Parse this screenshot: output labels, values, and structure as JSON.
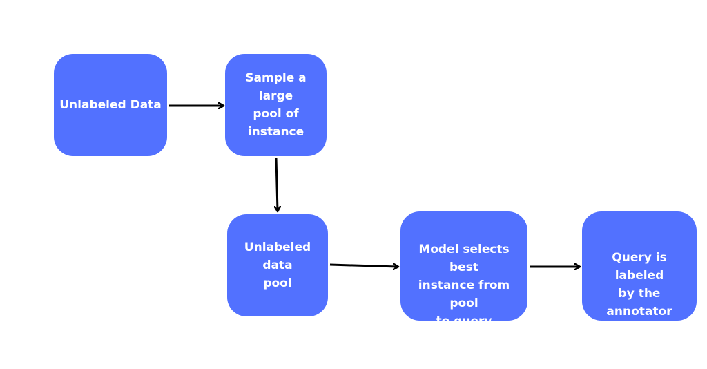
{
  "diagram": {
    "nodes": [
      {
        "id": "unlabeled-data",
        "label": "Unlabeled Data"
      },
      {
        "id": "sample-pool",
        "label": "Sample a large\npool of\ninstance"
      },
      {
        "id": "unlabeled-pool",
        "label": "Unlabeled data\npool"
      },
      {
        "id": "model-selects",
        "label": "Model selects best\ninstance from pool\nto query",
        "icon": "gears-icon"
      },
      {
        "id": "query-labeled",
        "label": "Query is labeled\nby the annotator",
        "icon": "person-icon"
      }
    ],
    "edges": [
      {
        "from": "unlabeled-data",
        "to": "sample-pool"
      },
      {
        "from": "sample-pool",
        "to": "unlabeled-pool"
      },
      {
        "from": "unlabeled-pool",
        "to": "model-selects"
      },
      {
        "from": "model-selects",
        "to": "query-labeled"
      }
    ],
    "colors": {
      "node_fill": "#5271ff",
      "node_text": "#ffffff",
      "arrow": "#000000"
    }
  }
}
